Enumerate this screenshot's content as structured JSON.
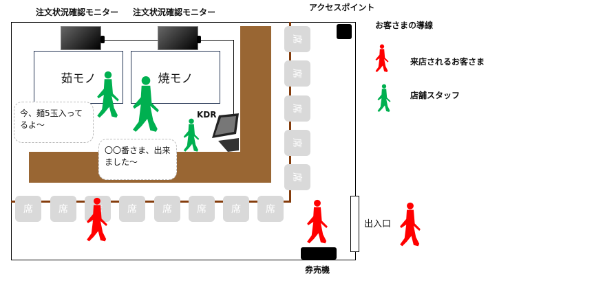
{
  "labels": {
    "monitor_label_1": "注文状況確認モニター",
    "monitor_label_2": "注文状況確認モニター",
    "access_point": "アクセスポイント",
    "kitchen_boil": "茹モノ",
    "kitchen_grill": "焼モノ",
    "kdr": "KDR",
    "entrance": "出入口",
    "ticket_machine": "券売機"
  },
  "bubbles": {
    "staff_call": "今、麺5玉入ってるよ～",
    "counter_call": "〇〇番さま、出来ました～"
  },
  "seat_label": "席",
  "legend": {
    "title": "お客さまの導線",
    "customer": "来店されるお客さま",
    "staff": "店舗スタッフ"
  },
  "colors": {
    "customer": "#ff0000",
    "staff": "#00b050",
    "counter": "#996633"
  }
}
